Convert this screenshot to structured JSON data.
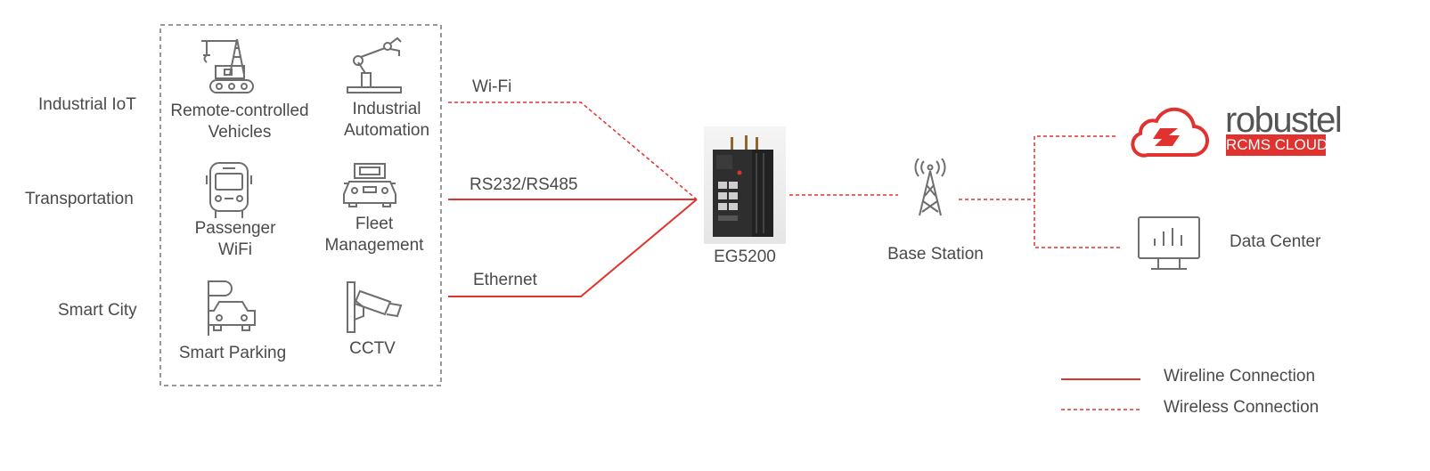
{
  "categories": {
    "industrial_iot": "Industrial IoT",
    "transportation": "Transportation",
    "smart_city": "Smart City"
  },
  "applications": {
    "remote_vehicles": [
      "Remote-controlled",
      "Vehicles"
    ],
    "industrial_automation": [
      "Industrial",
      "Automation"
    ],
    "passenger_wifi": [
      "Passenger",
      "WiFi"
    ],
    "fleet_management": [
      "Fleet",
      "Management"
    ],
    "smart_parking": "Smart Parking",
    "cctv": "CCTV"
  },
  "links": {
    "wifi": "Wi-Fi",
    "serial": "RS232/RS485",
    "ethernet": "Ethernet"
  },
  "device": {
    "name": "EG5200"
  },
  "base_station": "Base Station",
  "cloud": {
    "brand": "robustel",
    "badge": "RCMS CLOUD"
  },
  "data_center": "Data Center",
  "legend": {
    "wireline": "Wireline Connection",
    "wireless": "Wireless Connection"
  },
  "colors": {
    "accent": "#e0322f",
    "icon": "#6e6e6e",
    "text": "#4a4a4a"
  }
}
